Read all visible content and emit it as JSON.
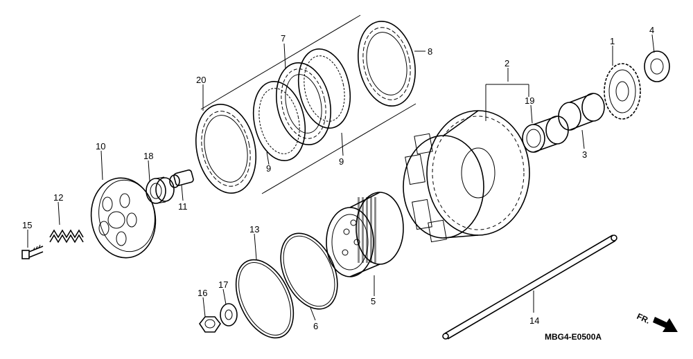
{
  "callouts": [
    "1",
    "2",
    "3",
    "4",
    "5",
    "6",
    "7",
    "8",
    "9",
    "9",
    "10",
    "11",
    "12",
    "13",
    "14",
    "15",
    "16",
    "17",
    "18",
    "19",
    "20"
  ],
  "diagram_code": "MBG4-E0500A",
  "direction_label": "FR."
}
